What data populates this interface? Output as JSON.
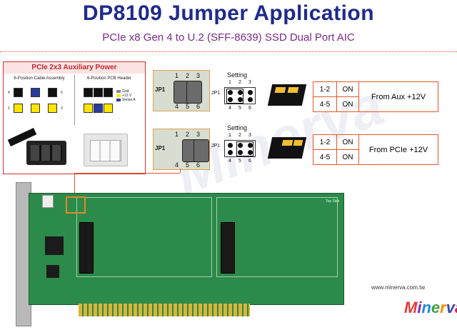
{
  "header": {
    "title": "DP8109 Jumper Application",
    "subtitle": "PCIe x8 Gen 4 to U.2 (SFF-8639) SSD Dual Port AIC"
  },
  "aux_power": {
    "heading": "PCIe 2x3 Auxiliary Power",
    "left_caption": "6-Position Cable Assembly",
    "right_caption": "6-Position PCB Header",
    "legend": [
      "Gnd",
      "+12 V",
      "Sense A"
    ],
    "pin_numbers": {
      "n1": "1",
      "n3": "3",
      "n4": "4",
      "n6": "6"
    }
  },
  "jumpers": [
    {
      "label": "JP1",
      "pins_top": [
        "1",
        "2",
        "3"
      ],
      "pins_bottom": [
        "4",
        "5",
        "6"
      ],
      "setting_label": "Setting",
      "table": [
        [
          "1-2",
          "ON"
        ],
        [
          "4-5",
          "ON"
        ]
      ],
      "result": "From Aux +12V"
    },
    {
      "label": "JP1",
      "pins_top": [
        "1",
        "2",
        "3"
      ],
      "pins_bottom": [
        "4",
        "5",
        "6"
      ],
      "setting_label": "Setting",
      "table": [
        [
          "1-2",
          "ON"
        ],
        [
          "4-5",
          "ON"
        ]
      ],
      "result": "From PCIe +12V"
    }
  ],
  "board": {
    "top_side_label": "Top Side",
    "website": "www.minerva.com.tw",
    "logo": "Minerva",
    "watermark": "Minerva"
  },
  "colors": {
    "title": "#1f2a8a",
    "subtitle": "#7a2a86",
    "accent": "#e5572a",
    "pcb": "#2c8a4a"
  }
}
